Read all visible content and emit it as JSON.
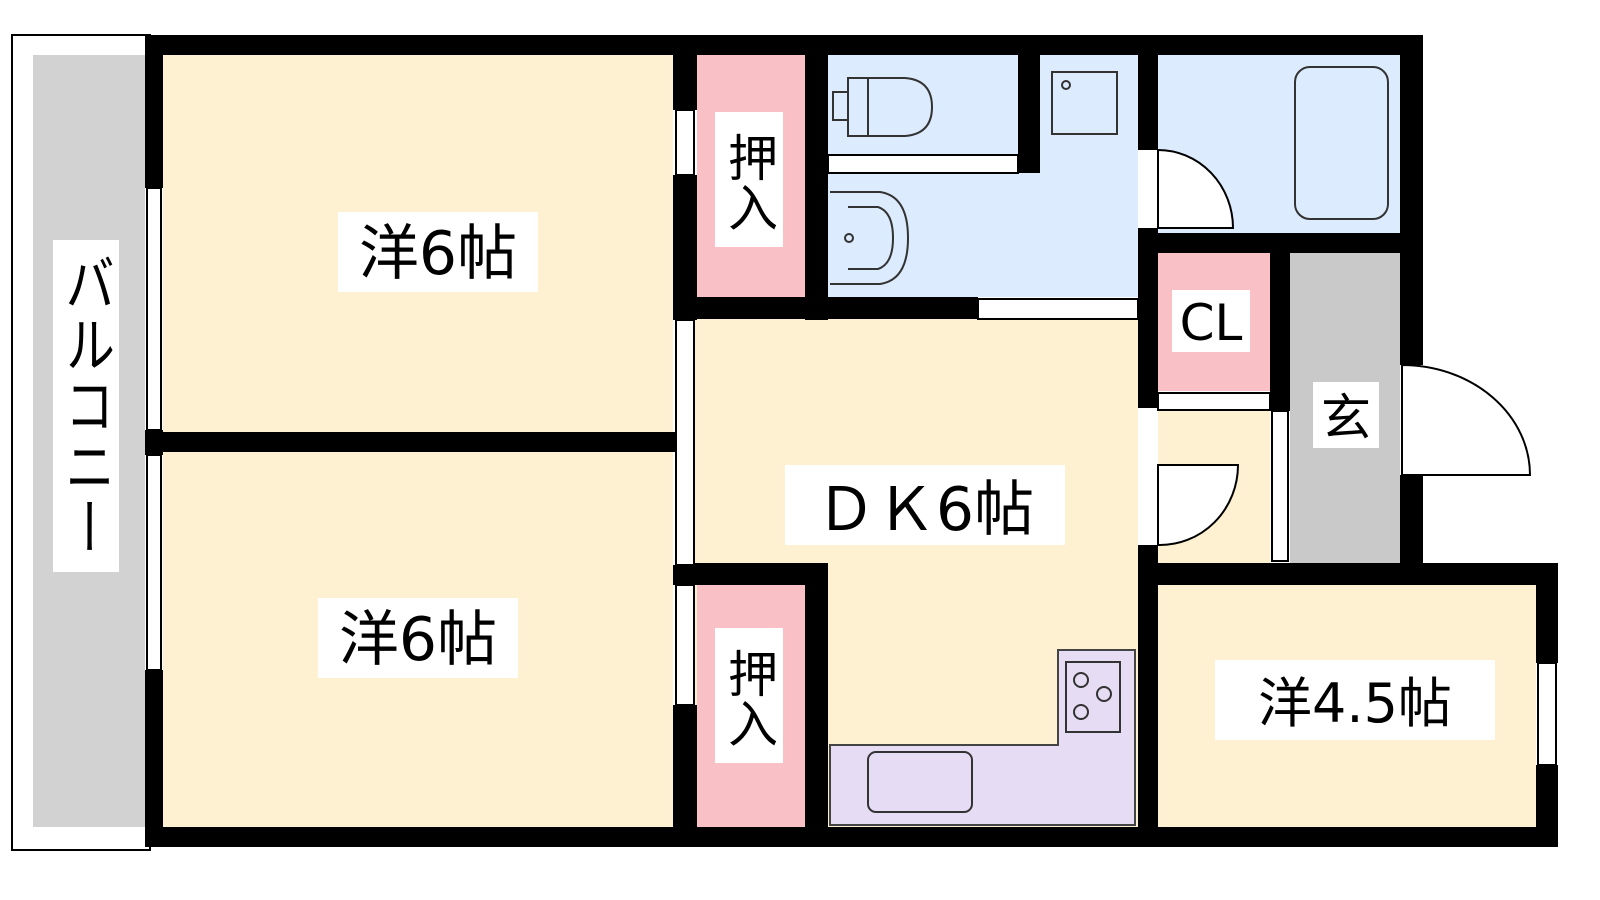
{
  "floor_plan": {
    "colors": {
      "wall": "#000000",
      "room_floor": "#fdf1d2",
      "closet": "#f9c1c6",
      "bath_area": "#dcebfd",
      "balcony": "#d2d2d2",
      "entrance": "#c9c9c9",
      "kitchen_counter": "#e6dcf3"
    },
    "rooms": {
      "western_room_upper": "洋6帖",
      "western_room_lower": "洋6帖",
      "dining_kitchen": "ＤＫ6帖",
      "western_room_small": "洋4.5帖",
      "closet_upper": "押入",
      "closet_lower": "押入",
      "closet_cl": "CL",
      "entrance": "玄",
      "balcony": "バルコニー"
    }
  }
}
